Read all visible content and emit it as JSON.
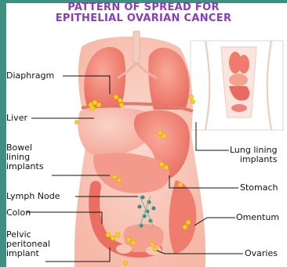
{
  "title": {
    "line1": "PATTERN OF SPREAD FOR",
    "line2": "EPITHELIAL OVARIAN CANCER"
  },
  "labels": {
    "diaphragm": "Diaphragm",
    "liver": "Liver",
    "bowel": "Bowel\nlining\nimplants",
    "lymph_node": "Lymph Node",
    "colon": "Colon",
    "pelvic": "Pelvic\nperitoneal\nimplant",
    "lung_lining": "Lung lining\nimplants",
    "stomach": "Stomach",
    "omentum": "Omentum",
    "ovaries": "Ovaries"
  },
  "colors": {
    "border": "#3f8f83",
    "title": "#8c3cba",
    "organ": "#f07a6e",
    "liver": "#f5b3a6",
    "implant": "#f5d21c"
  }
}
